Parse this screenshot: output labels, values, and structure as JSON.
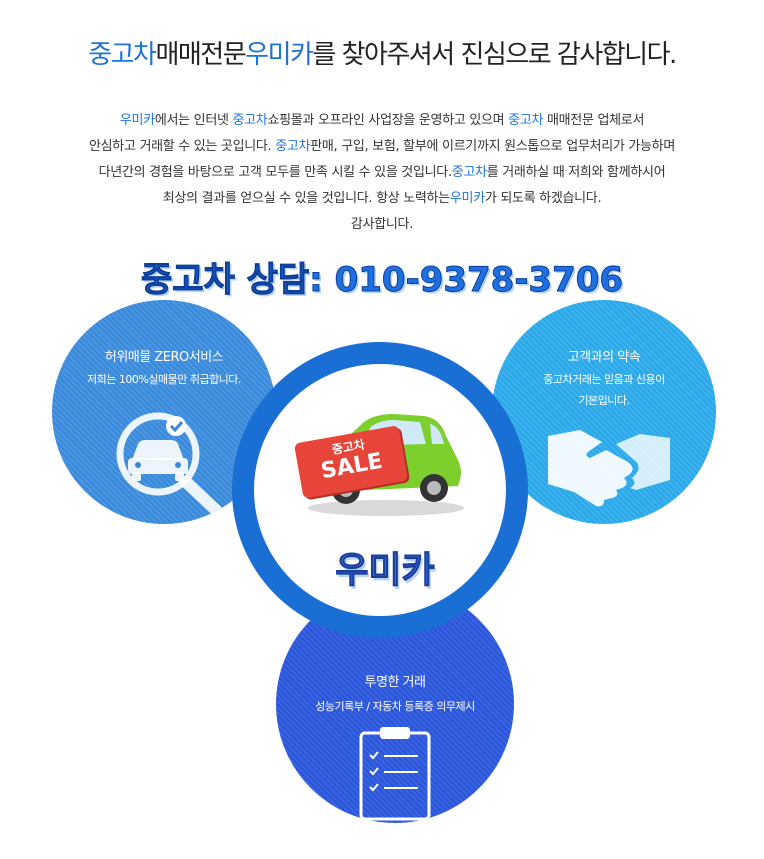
{
  "headline": {
    "part1": "중고차",
    "part2": "매매전문",
    "part3": "우미카",
    "part4": "를 찾아주셔서 진심으로 감사합니다."
  },
  "intro": {
    "l1a": "우미카",
    "l1b": "에서는  인터넷 ",
    "l1c": "중고차",
    "l1d": "쇼핑몰과 오프라인 사업장을 운영하고 있으며  ",
    "l1e": "중고차",
    "l1f": " 매매전문 업체로서",
    "l2a": "안심하고 거래할 수 있는 곳입니다. ",
    "l2b": "중고차",
    "l2c": "판매, 구입, 보험, 할부에 이르기까지 원스톱으로 업무처리가 가능하며",
    "l3a": "다년간의 경험을 바탕으로 고객 모두를 만족 시킬 수 있을 것입니다.",
    "l3b": "중고차",
    "l3c": "를 거래하실 때 저희와 함께하시어",
    "l4a": "최상의 결과를 얻으실 수 있을 것입니다. 항상 노력하는",
    "l4b": "우미카",
    "l4c": "가 되도록 하겠습니다.",
    "l5": "감사합니다."
  },
  "phone_banner": "중고차 상담:  010-9378-3706",
  "services": {
    "left": {
      "title": "허위매물 ZERO서비스",
      "sub": "저희는 100%실매물만 취급합니다.",
      "icon": "car-search-icon"
    },
    "right": {
      "title": "고객과의 약속",
      "sub1": "중고차거래는 믿음과 신용이",
      "sub2": "기본입니다.",
      "icon": "handshake-icon"
    },
    "bottom": {
      "title": "투명한 거래",
      "sub": "성능기록부 / 자동차 등록증 의무제시",
      "icon": "clipboard-icon"
    }
  },
  "center": {
    "tag_top": "중고차",
    "tag_main": "SALE",
    "brand": "우미카",
    "icon": "green-car-icon"
  },
  "colors": {
    "accent": "#1e73d8",
    "ring": "#1a6fd4",
    "left_circle": "#3a89d9",
    "right_circle": "#2ba6e6",
    "bottom_circle": "#2b55d6",
    "car": "#7ccf2c",
    "tag": "#e8453a"
  }
}
